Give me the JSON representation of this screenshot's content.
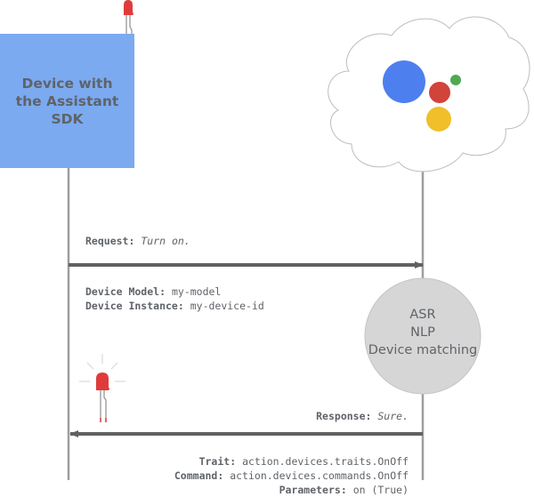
{
  "diagram": {
    "type": "sequence",
    "participants": [
      {
        "id": "device",
        "label": "Device with\nthe Assistant\nSDK"
      },
      {
        "id": "assistant",
        "label": "",
        "icon": "google-assistant-logo"
      }
    ],
    "process": {
      "lines": "ASR\nNLP\nDevice matching"
    },
    "request": {
      "key": "Request:",
      "value": "Turn on.",
      "details": [
        {
          "key": "Device Model:",
          "value": "my-model"
        },
        {
          "key": "Device Instance:",
          "value": "my-device-id"
        }
      ]
    },
    "response": {
      "key": "Response:",
      "value": "Sure.",
      "details": [
        {
          "key": "Trait:",
          "value": "action.devices.traits.OnOff"
        },
        {
          "key": "Command:",
          "value": "action.devices.commands.OnOff"
        },
        {
          "key": "Parameters:",
          "value": "on (True)"
        }
      ]
    },
    "colors": {
      "device_box": "#7baaf0",
      "lifeline": "#9e9e9e",
      "arrow": "#616161",
      "process_circle": "#d6d6d6",
      "text": "#5f6368",
      "led": "#e03b3b",
      "assistant_blue": "#4e7fef",
      "assistant_red": "#d2433a",
      "assistant_yellow": "#f0bf2a",
      "assistant_green": "#4ea952"
    }
  }
}
